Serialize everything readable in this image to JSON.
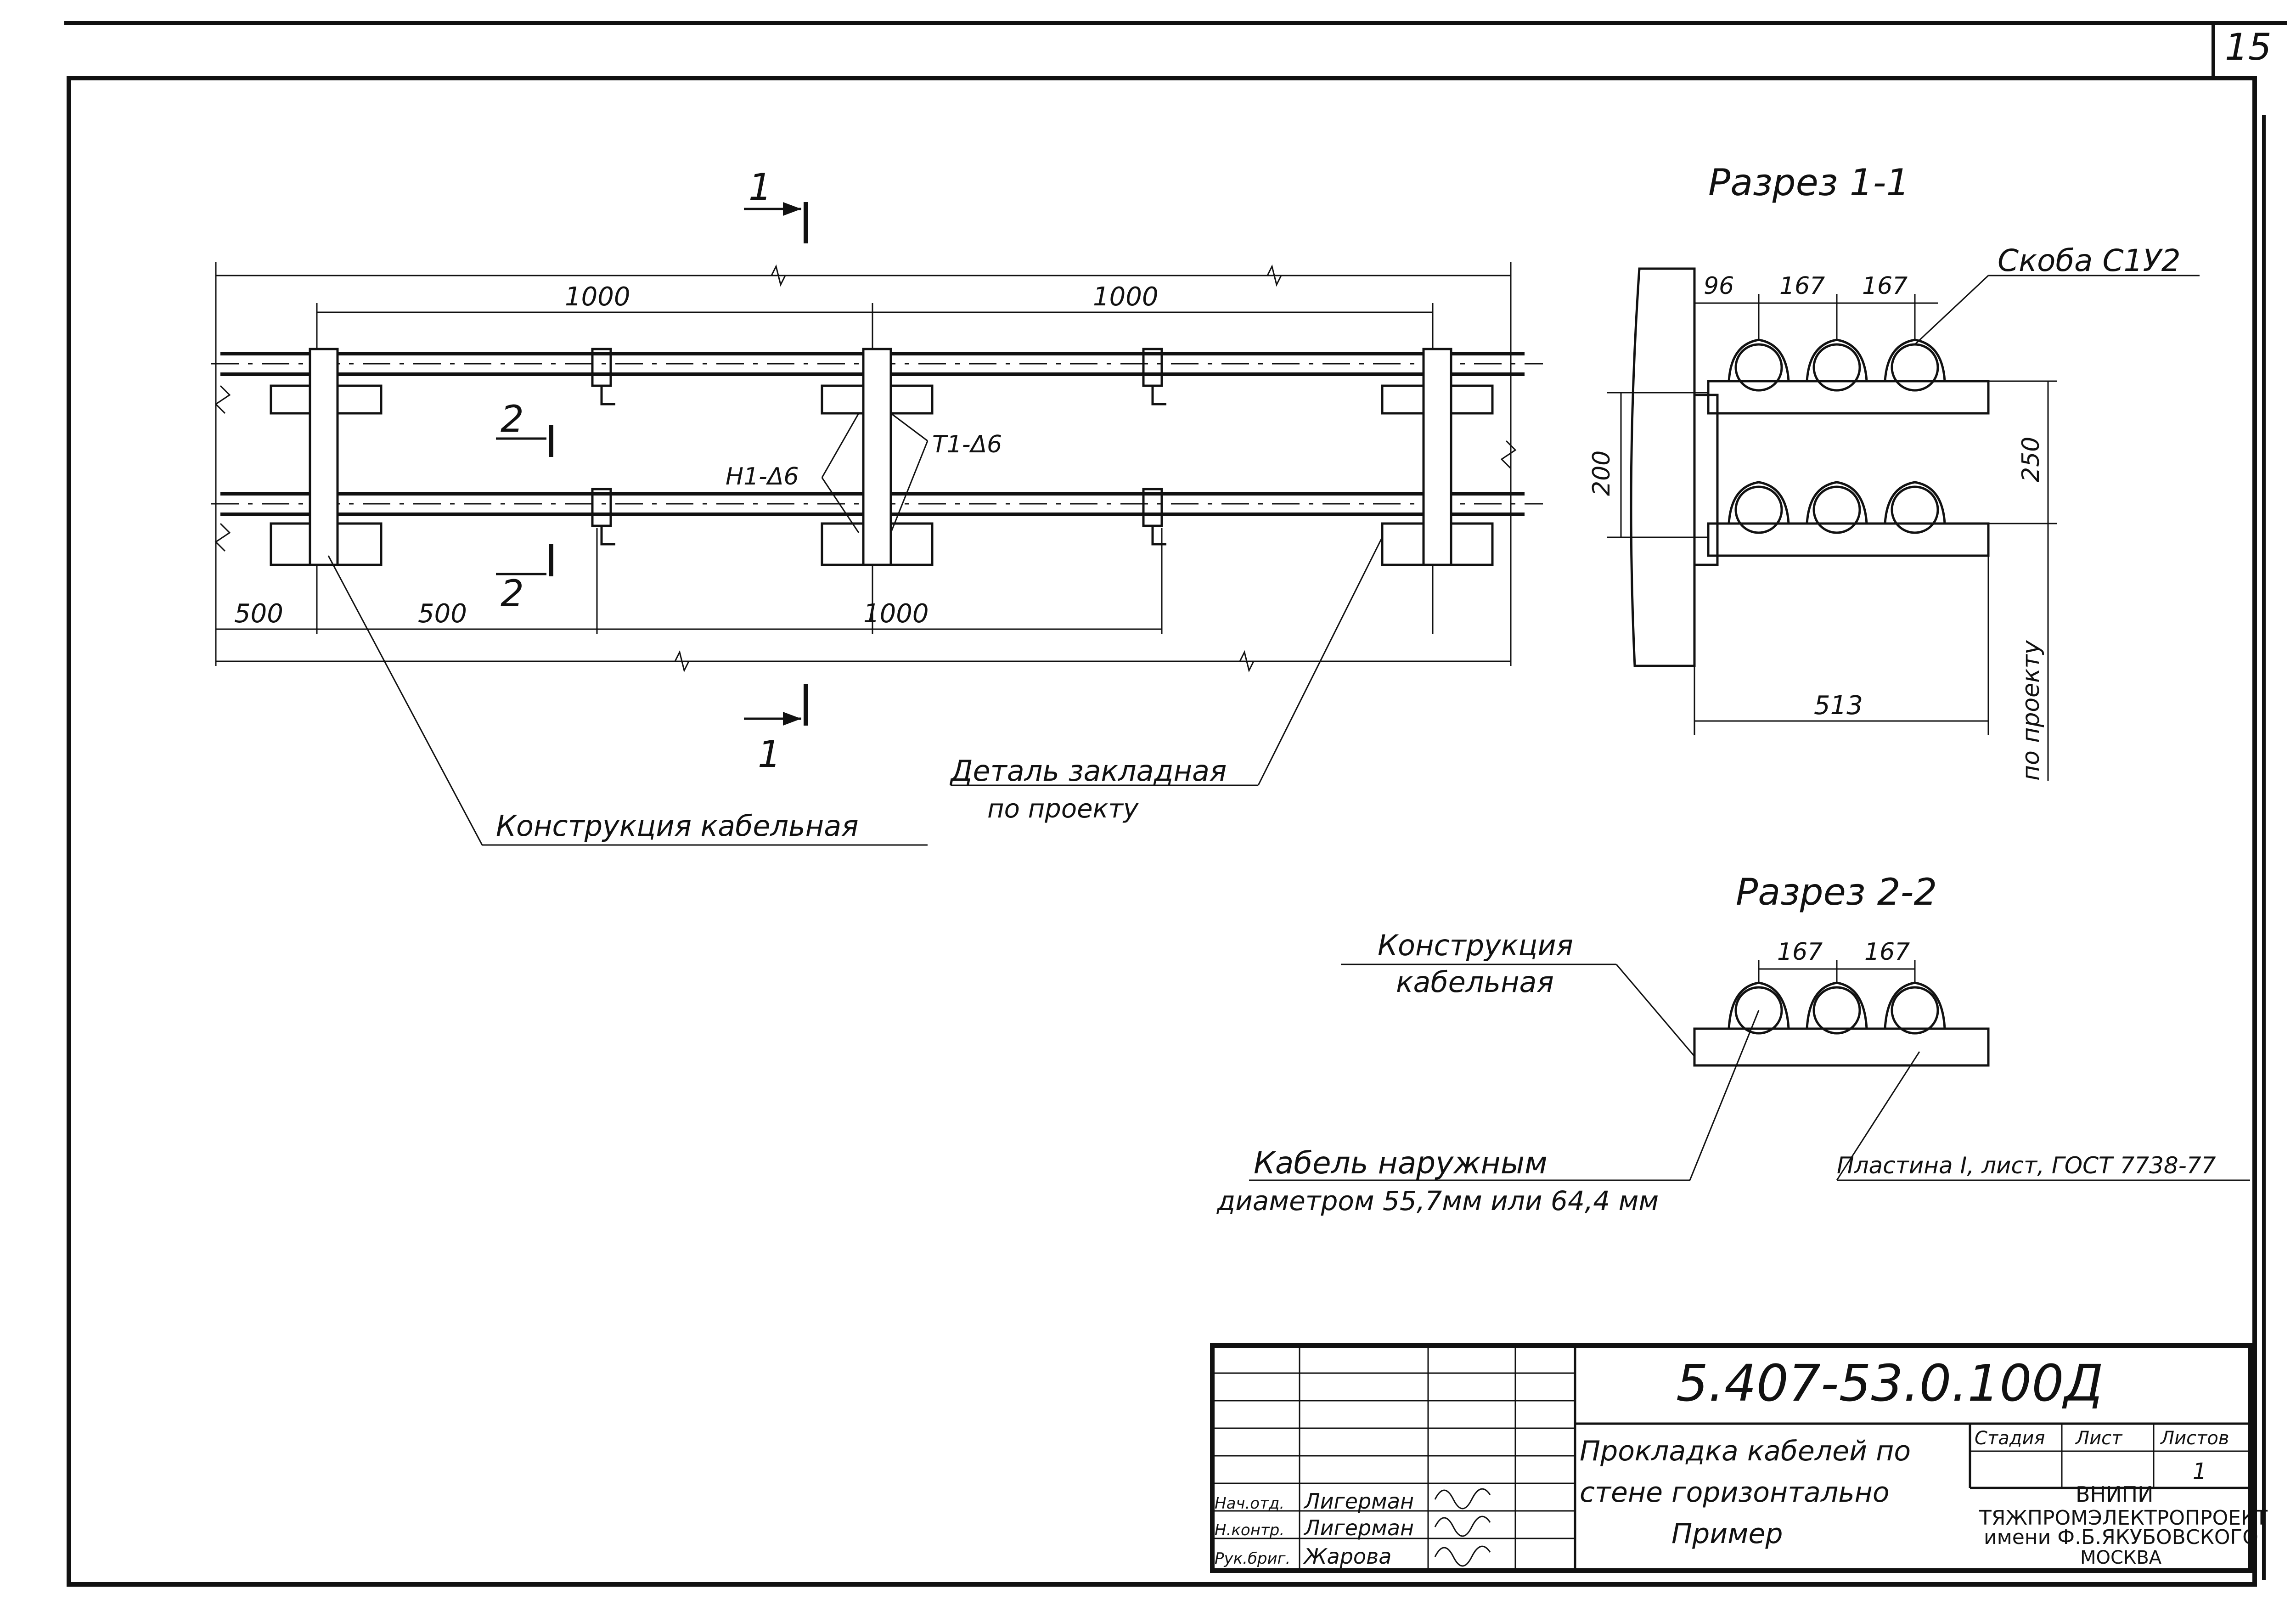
{
  "sheet": {
    "page_number": "15"
  },
  "plan": {
    "section_mark_1": "1",
    "section_mark_2": "2",
    "dim_top_1": "1000",
    "dim_top_2": "1000",
    "dim_bottom_1": "500",
    "dim_bottom_2": "500",
    "dim_bottom_3": "1000",
    "weld_left": "Н1-Δ6",
    "weld_right": "Т1-Δ6",
    "label_cable_construction": "Конструкция кабельная",
    "label_embedded_1": "Деталь закладная",
    "label_embedded_2": "по проекту"
  },
  "section_1": {
    "title": "Разрез 1-1",
    "bracket_label": "Скоба С1У2",
    "dim_96": "96",
    "dim_167a": "167",
    "dim_167b": "167",
    "dim_200": "200",
    "dim_250": "250",
    "dim_513": "513",
    "dim_per_project": "по проекту"
  },
  "section_2": {
    "title": "Разрез 2-2",
    "label_construction_1": "Конструкция",
    "label_construction_2": "кабельная",
    "dim_167a": "167",
    "dim_167b": "167",
    "label_cable_1": "Кабель наружным",
    "label_cable_2": "диаметром 55,7мм или 64,4 мм",
    "label_plate": "Пластина I, лист, ГОСТ 7738-77"
  },
  "title_block": {
    "doc_code": "5.407-53.0.100Д",
    "title_line_1": "Прокладка кабелей по",
    "title_line_2": "стене горизонтально",
    "title_line_3": "Пример",
    "col_stage": "Стадия",
    "col_sheet": "Лист",
    "col_sheets": "Листов",
    "sheets_value": "1",
    "org_1": "ВНИПИ",
    "org_2": "ТЯЖПРОМЭЛЕКТРОПРОЕКТ",
    "org_3": "имени Ф.Б.ЯКУБОВСКОГО",
    "org_4": "МОСКВА",
    "sig_rows": [
      {
        "role": "Нач.отд.",
        "name": "Лигерман"
      },
      {
        "role": "Н.контр.",
        "name": "Лигерман"
      },
      {
        "role": "Рук.бриг.",
        "name": "Жарова"
      }
    ]
  }
}
